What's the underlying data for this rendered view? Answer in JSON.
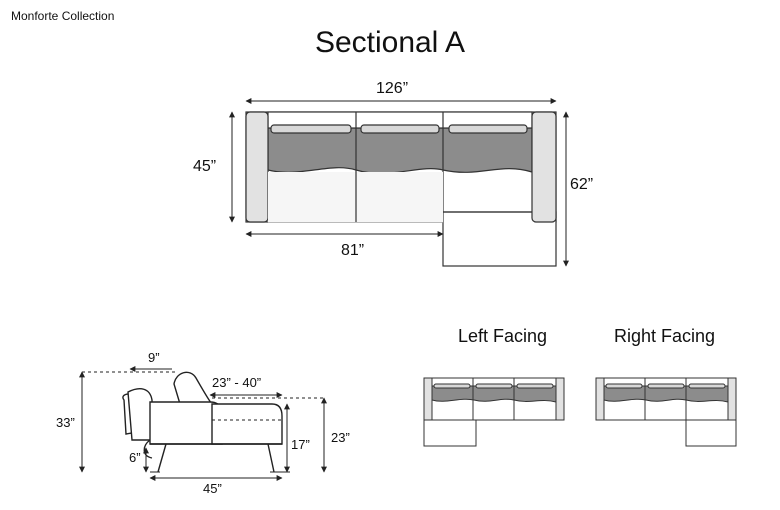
{
  "header": {
    "collection": "Monforte Collection",
    "title": "Sectional A"
  },
  "top_view": {
    "width": "126”",
    "depth": "45”",
    "chaise_depth": "62”",
    "sofa_length": "81”"
  },
  "side_view": {
    "recline": "9”",
    "extension": "23” - 40”",
    "height": "33”",
    "leg_height": "6”",
    "seat_height": "17”",
    "footrest_height": "23”",
    "depth": "45”"
  },
  "orientations": {
    "left": "Left Facing",
    "right": "Right Facing"
  }
}
